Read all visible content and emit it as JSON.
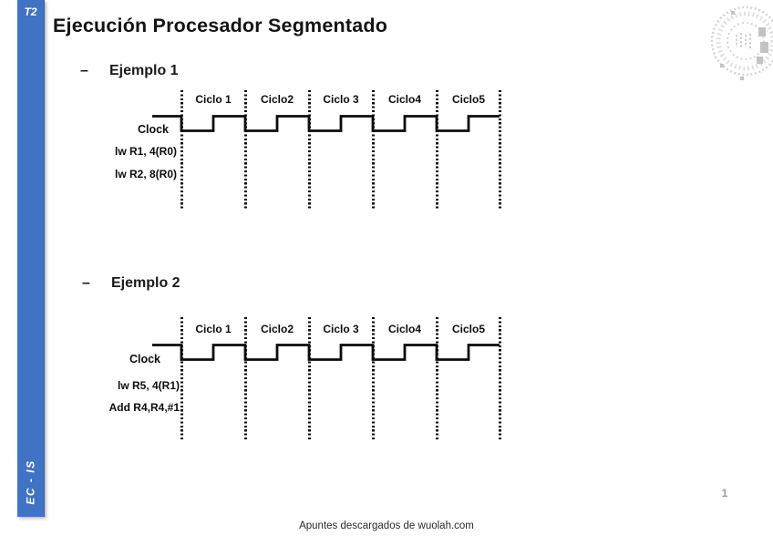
{
  "slide": {
    "title": "Ejecución Procesador Segmentado",
    "page_number": "1",
    "download_footer": "Apuntes descargados de wuolah.com"
  },
  "sidebar": {
    "tag": "T2",
    "course_code": "EC - IS"
  },
  "icons": {
    "watermark": "university-seal"
  },
  "colors": {
    "sidebar_blue": "#4173c4",
    "ink": "#111111",
    "page_number_gray": "#9a9a9a",
    "watermark_gray": "#c8c8c8"
  },
  "examples": [
    {
      "bullet": "–",
      "label": "Ejemplo 1",
      "clock_label": "Clock",
      "instructions": [
        "lw R1, 4(R0)",
        "lw R2, 8(R0)"
      ],
      "cycles": [
        "Ciclo 1",
        "Ciclo2",
        "Ciclo 3",
        "Ciclo4",
        "Ciclo5"
      ]
    },
    {
      "bullet": "–",
      "label": "Ejemplo 2",
      "clock_label": "Clock",
      "instructions": [
        "lw R5, 4(R1)",
        "Add R4,R4,#1"
      ],
      "cycles": [
        "Ciclo 1",
        "Ciclo2",
        "Ciclo 3",
        "Ciclo4",
        "Ciclo5"
      ]
    }
  ]
}
